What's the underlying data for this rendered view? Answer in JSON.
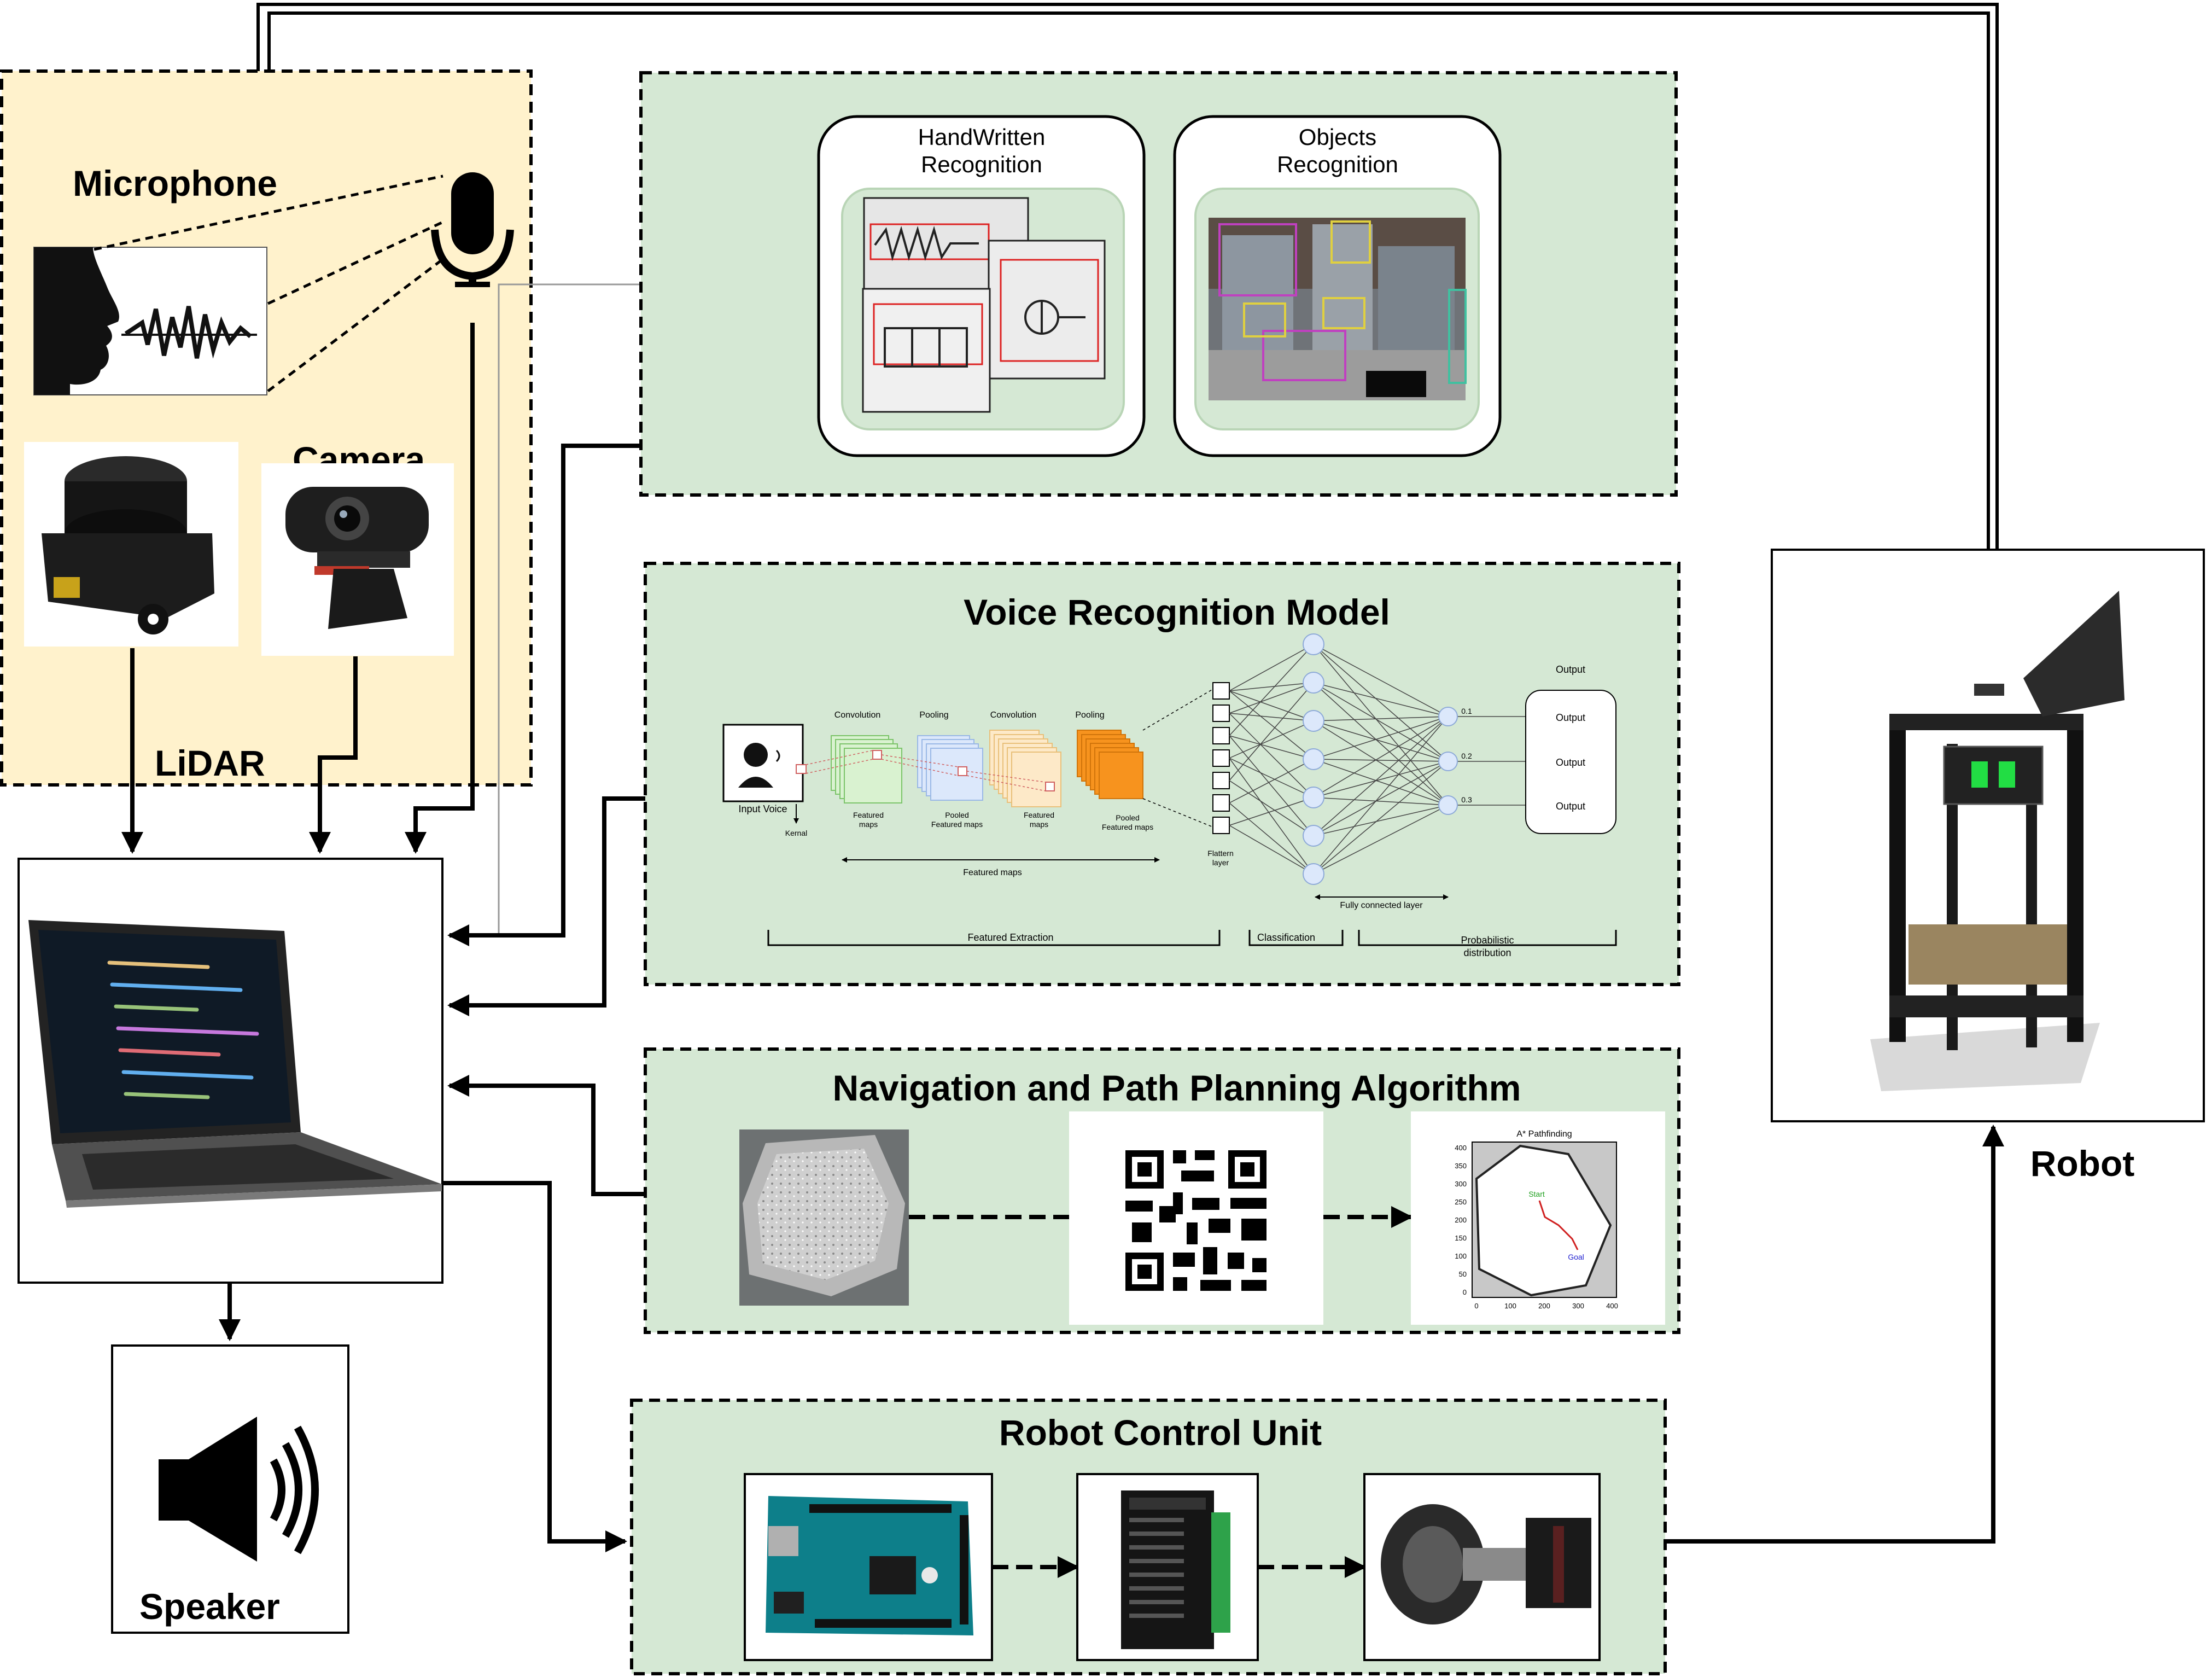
{
  "sensors": {
    "microphone_label": "Microphone",
    "camera_label": "Camera",
    "lidar_label": "LiDAR"
  },
  "vision": {
    "handwritten_title_1": "HandWritten",
    "handwritten_title_2": "Recognition",
    "objects_title_1": "Objects",
    "objects_title_2": "Recognition"
  },
  "voice_model": {
    "title": "Voice Recognition Model",
    "input_label": "Input Voice",
    "kernel_label": "Kernal",
    "conv1_label": "Convolution",
    "pool1_label": "Pooling",
    "conv2_label": "Convolution",
    "pool2_label": "Pooling",
    "fmap1_line1": "Featured",
    "fmap1_line2": "maps",
    "pfmap1_line1": "Pooled",
    "pfmap1_line2": "Featured maps",
    "fmap2_line1": "Featured",
    "fmap2_line2": "maps",
    "pfmap2_line1": "Pooled",
    "pfmap2_line2": "Featured maps",
    "featured_maps_span": "Featured maps",
    "flatten_line1": "Flattern",
    "flatten_line2": "layer",
    "fc_label": "Fully connected layer",
    "output_header": "Output",
    "outputs": [
      "Output",
      "Output",
      "Output"
    ],
    "probs": [
      "0.1",
      "0.2",
      "0.3"
    ],
    "section_extraction": "Featured Extraction",
    "section_classification": "Classification",
    "section_prob_1": "Probabilistic",
    "section_prob_2": "distribution"
  },
  "navigation": {
    "title": "Navigation and Path Planning Algorithm",
    "plot_title": "A* Pathfinding",
    "start_label": "Start",
    "goal_label": "Goal",
    "y_ticks": [
      "400",
      "350",
      "300",
      "250",
      "200",
      "150",
      "100",
      "50",
      "0"
    ],
    "x_ticks": [
      "0",
      "100",
      "200",
      "300",
      "400"
    ]
  },
  "control": {
    "title": "Robot Control Unit"
  },
  "outputs_side": {
    "speaker_label": "Speaker",
    "robot_label": "Robot"
  },
  "colors": {
    "sensor_bg": "#fff2cc",
    "module_bg": "#d5e8d4",
    "line": "#000000"
  }
}
